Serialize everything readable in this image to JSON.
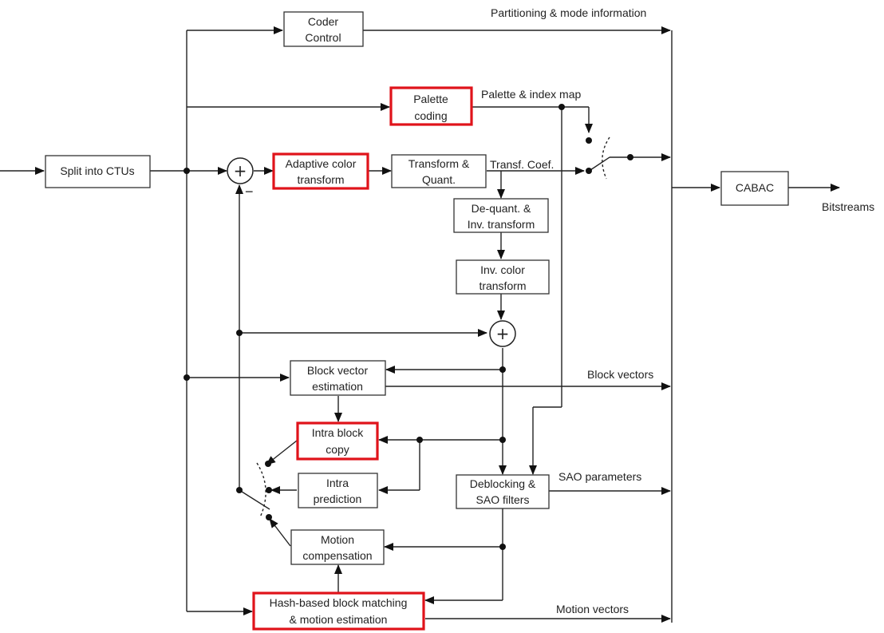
{
  "blocks": {
    "split": "Split into CTUs",
    "coder_control": [
      "Coder",
      "Control"
    ],
    "palette": [
      "Palette",
      "coding"
    ],
    "adaptive_color": [
      "Adaptive color",
      "transform"
    ],
    "transform_quant": [
      "Transform &",
      "Quant."
    ],
    "dequant": [
      "De-quant. &",
      "Inv. transform"
    ],
    "inv_color": [
      "Inv. color",
      "transform"
    ],
    "block_vector_est": [
      "Block vector",
      "estimation"
    ],
    "intra_block_copy": [
      "Intra block",
      "copy"
    ],
    "intra_prediction": [
      "Intra",
      "prediction"
    ],
    "motion_comp": [
      "Motion",
      "compensation"
    ],
    "hash_block": [
      "Hash-based block matching",
      "& motion estimation"
    ],
    "deblocking": [
      "Deblocking &",
      "SAO filters"
    ],
    "cabac": "CABAC"
  },
  "labels": {
    "partitioning": "Partitioning & mode information",
    "palette_index": "Palette & index map",
    "transf_coef": "Transf. Coef.",
    "bitstreams": "Bitstreams",
    "block_vectors": "Block vectors",
    "sao_parameters": "SAO parameters",
    "motion_vectors": "Motion vectors"
  },
  "symbols": {
    "plus": "+",
    "minus": "−"
  },
  "highlight_color": "#e0131a"
}
